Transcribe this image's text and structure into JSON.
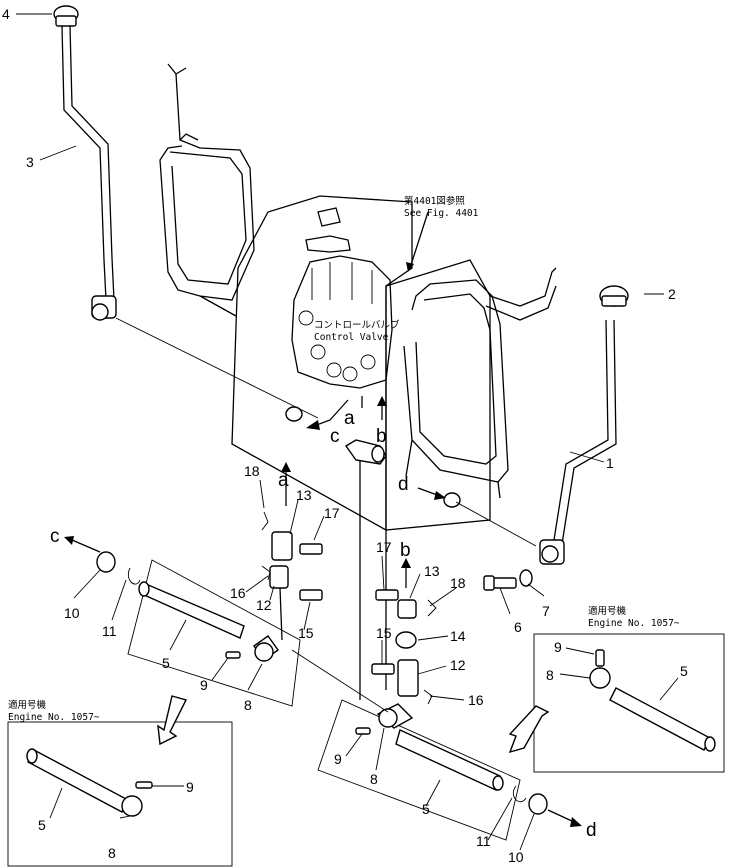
{
  "callouts": {
    "p1": "1",
    "p2": "2",
    "p3": "3",
    "p4": "4",
    "p5_main_left": "5",
    "p5_main_right": "5",
    "p5_box_left": "5",
    "p5_box_right": "5",
    "p6": "6",
    "p7": "7",
    "p8_main_left": "8",
    "p8_main_right": "8",
    "p8_box_left": "8",
    "p8_box_right": "8",
    "p9_main_left": "9",
    "p9_main_right": "9",
    "p9_box_left": "9",
    "p9_box_right": "9",
    "p10_left": "10",
    "p10_right": "10",
    "p11_left": "11",
    "p11_right": "11",
    "p12_left": "12",
    "p12_right": "12",
    "p13_left": "13",
    "p13_right": "13",
    "p14": "14",
    "p15_left": "15",
    "p15_right": "15",
    "p16_left": "16",
    "p16_right": "16",
    "p17_left": "17",
    "p17_right": "17",
    "p18_left": "18",
    "p18_right": "18"
  },
  "connectors": {
    "a_top": "a",
    "a_bottom": "a",
    "b_top": "b",
    "b_bottom": "b",
    "c_top": "c",
    "c_bottom": "c",
    "d_top": "d",
    "d_bottom": "d"
  },
  "notes": {
    "see_fig_jp": "第4401図参照",
    "see_fig_en": "See Fig. 4401",
    "control_valve_jp": "コントロールバルブ",
    "control_valve_en": "Control Valve",
    "serial_left_jp": "適用号機",
    "serial_left_en": "Engine No. 1057~",
    "serial_right_jp": "適用号機",
    "serial_right_en": "Engine No. 1057~"
  }
}
